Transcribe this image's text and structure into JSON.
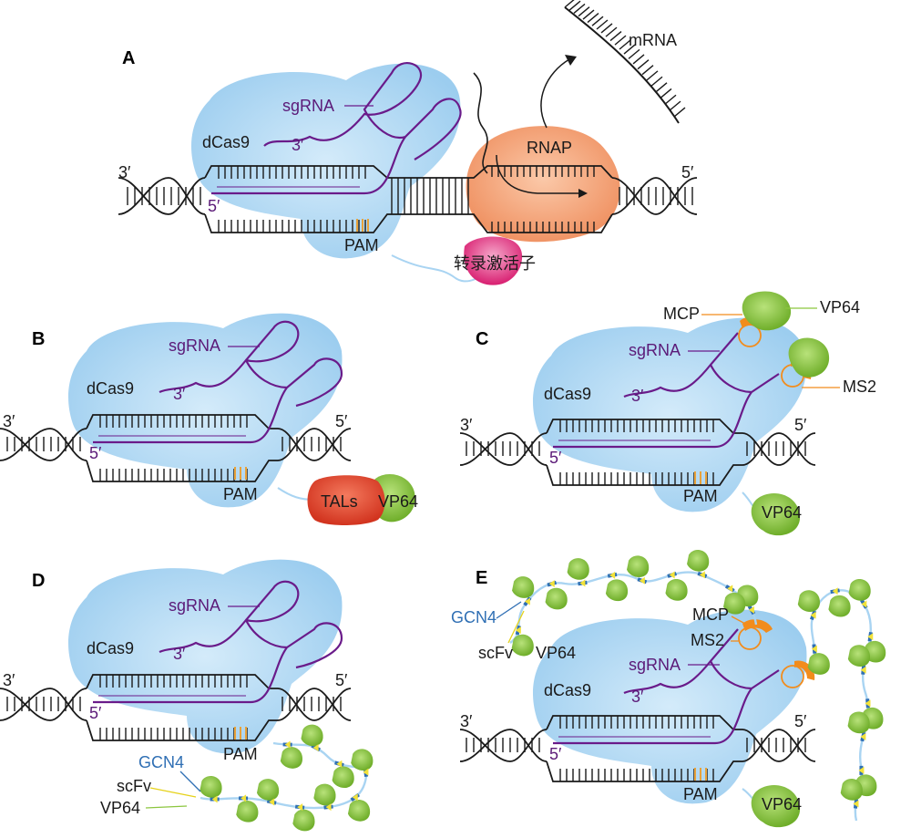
{
  "panels": {
    "A": {
      "letter": "A",
      "dcas9": "dCas9",
      "sgrna": "sgRNA",
      "three_prime": "3′",
      "five_prime": "5′",
      "left_end": "3′",
      "right_end": "5′",
      "pam": "PAM",
      "rnap": "RNAP",
      "mrna": "mRNA",
      "activator": "转录激活子"
    },
    "B": {
      "letter": "B",
      "dcas9": "dCas9",
      "sgrna": "sgRNA",
      "three_prime": "3′",
      "five_prime": "5′",
      "left_end": "3′",
      "right_end": "5′",
      "pam": "PAM",
      "tals": "TALs",
      "vp64": "VP64"
    },
    "C": {
      "letter": "C",
      "dcas9": "dCas9",
      "sgrna": "sgRNA",
      "three_prime": "3′",
      "five_prime": "5′",
      "left_end": "3′",
      "right_end": "5′",
      "pam": "PAM",
      "mcp": "MCP",
      "ms2": "MS2",
      "vp64_top": "VP64",
      "vp64_bottom": "VP64"
    },
    "D": {
      "letter": "D",
      "dcas9": "dCas9",
      "sgrna": "sgRNA",
      "three_prime": "3′",
      "five_prime": "5′",
      "left_end": "3′",
      "right_end": "5′",
      "pam": "PAM",
      "gcn4": "GCN4",
      "scfv": "scFv",
      "vp64": "VP64"
    },
    "E": {
      "letter": "E",
      "dcas9": "dCas9",
      "sgrna": "sgRNA",
      "three_prime": "3′",
      "five_prime": "5′",
      "left_end": "3′",
      "right_end": "5′",
      "pam": "PAM",
      "mcp": "MCP",
      "ms2": "MS2",
      "gcn4": "GCN4",
      "scfv": "scFv",
      "vp64_key": "VP64",
      "vp64_bottom": "VP64"
    }
  },
  "colors": {
    "dcas9": "#a9d4f2",
    "sgrna": "#6a1b8a",
    "pam": "#e8a23a",
    "rnap": "#f4a47a",
    "activator": "#e23f86",
    "tals": "#e0402a",
    "vp64": "#8cc63f",
    "mcp": "#f28c1c",
    "gcn4": "#2f6fb4",
    "scfv": "#f2e23a",
    "linker": "#a9d4f2"
  }
}
